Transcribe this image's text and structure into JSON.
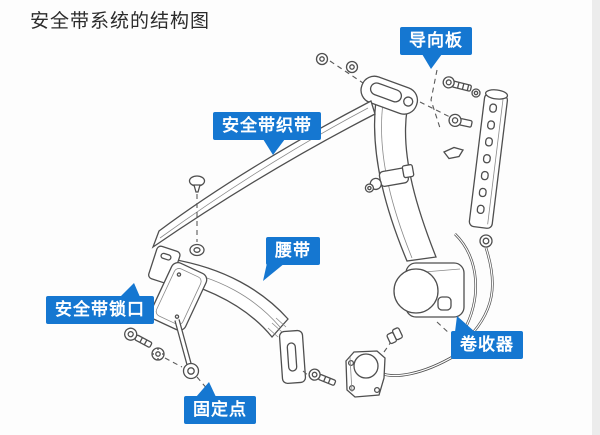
{
  "page": {
    "title": "安全带系统的结构图"
  },
  "labels": {
    "guide_plate": "导向板",
    "webbing": "安全带织带",
    "lap_belt": "腰带",
    "buckle": "安全带锁口",
    "anchor_point": "固定点",
    "retractor": "卷收器"
  },
  "colors": {
    "label_background": "#1577d1",
    "label_text": "#ffffff",
    "line_art": "#4f4f4f",
    "title_text": "#2b2b2b",
    "canvas_background": "#fdfdfd"
  }
}
